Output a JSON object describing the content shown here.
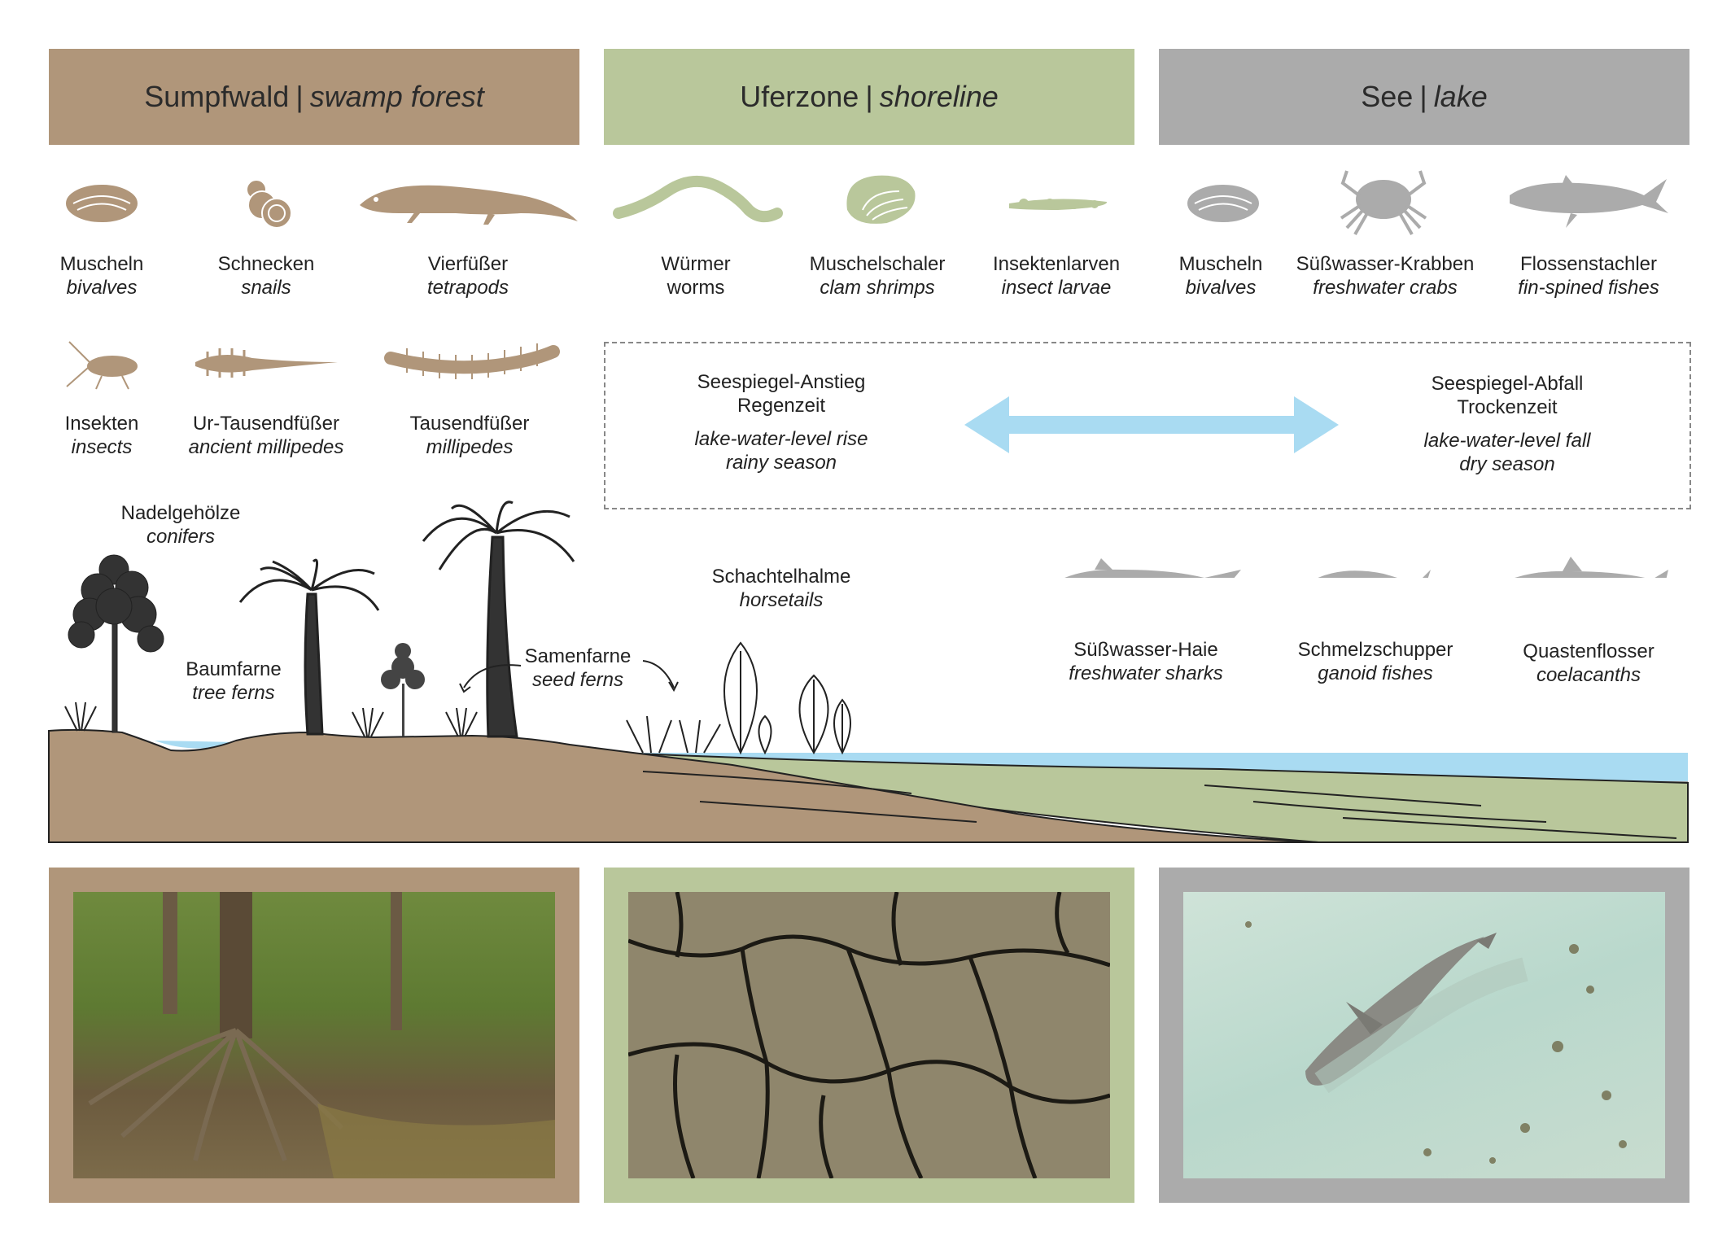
{
  "colors": {
    "swamp": "#b0967a",
    "shore": "#b9c79b",
    "lake": "#ababab",
    "water": "#a9dbf2",
    "arrow": "#a9dbf2"
  },
  "headers": {
    "swamp": {
      "de": "Sumpfwald",
      "sep": "|",
      "en": "swamp forest"
    },
    "shore": {
      "de": "Uferzone",
      "sep": "|",
      "en": "shoreline"
    },
    "lake": {
      "de": "See",
      "sep": "|",
      "en": "lake"
    }
  },
  "organisms": {
    "swamp_row1": [
      {
        "de": "Muscheln",
        "en": "bivalves",
        "icon": "bivalve-icon"
      },
      {
        "de": "Schnecken",
        "en": "snails",
        "icon": "snail-icon"
      },
      {
        "de": "Vierfüßer",
        "en": "tetrapods",
        "icon": "tetrapod-icon"
      }
    ],
    "swamp_row2": [
      {
        "de": "Insekten",
        "en": "insects",
        "icon": "insect-icon"
      },
      {
        "de": "Ur-Tausendfüßer",
        "en": "ancient millipedes",
        "icon": "ancient-millipede-icon"
      },
      {
        "de": "Tausendfüßer",
        "en": "millipedes",
        "icon": "millipede-icon"
      }
    ],
    "shore_row1": [
      {
        "de": "Würmer",
        "en": "worms",
        "icon": "worm-icon"
      },
      {
        "de": "Muschelschaler",
        "en": "clam shrimps",
        "icon": "clam-shrimp-icon"
      },
      {
        "de": "Insektenlarven",
        "en": "insect larvae",
        "icon": "insect-larva-icon"
      }
    ],
    "lake_row1": [
      {
        "de": "Muscheln",
        "en": "bivalves",
        "icon": "bivalve-icon"
      },
      {
        "de": "Süßwasser-Krabben",
        "en": "freshwater crabs",
        "icon": "crab-icon"
      },
      {
        "de": "Flossenstachler",
        "en": "fin-spined fishes",
        "icon": "fin-spined-fish-icon"
      }
    ],
    "lake_fish": [
      {
        "de": "Süßwasser-Haie",
        "en": "freshwater sharks",
        "icon": "shark-icon"
      },
      {
        "de": "Schmelzschupper",
        "en": "ganoid fishes",
        "icon": "ganoid-fish-icon"
      },
      {
        "de": "Quastenflosser",
        "en": "coelacanths",
        "icon": "coelacanth-icon"
      }
    ]
  },
  "water_level": {
    "rise": {
      "de1": "Seespiegel-Anstieg",
      "de2": "Regenzeit",
      "en1": "lake-water-level rise",
      "en2": "rainy season"
    },
    "fall": {
      "de1": "Seespiegel-Abfall",
      "de2": "Trockenzeit",
      "en1": "lake-water-level fall",
      "en2": "dry season"
    }
  },
  "plants": {
    "conifers": {
      "de": "Nadelgehölze",
      "en": "conifers"
    },
    "tree_ferns": {
      "de": "Baumfarne",
      "en": "tree ferns"
    },
    "seed_ferns": {
      "de": "Samenfarne",
      "en": "seed ferns"
    },
    "horsetails": {
      "de": "Schachtelhalme",
      "en": "horsetails"
    }
  },
  "photos": [
    {
      "subject": "mangrove swamp forest",
      "icon": "swamp-photo"
    },
    {
      "subject": "cracked dry mud",
      "icon": "mudcrack-photo"
    },
    {
      "subject": "shark in shallow water",
      "icon": "shark-photo"
    }
  ]
}
